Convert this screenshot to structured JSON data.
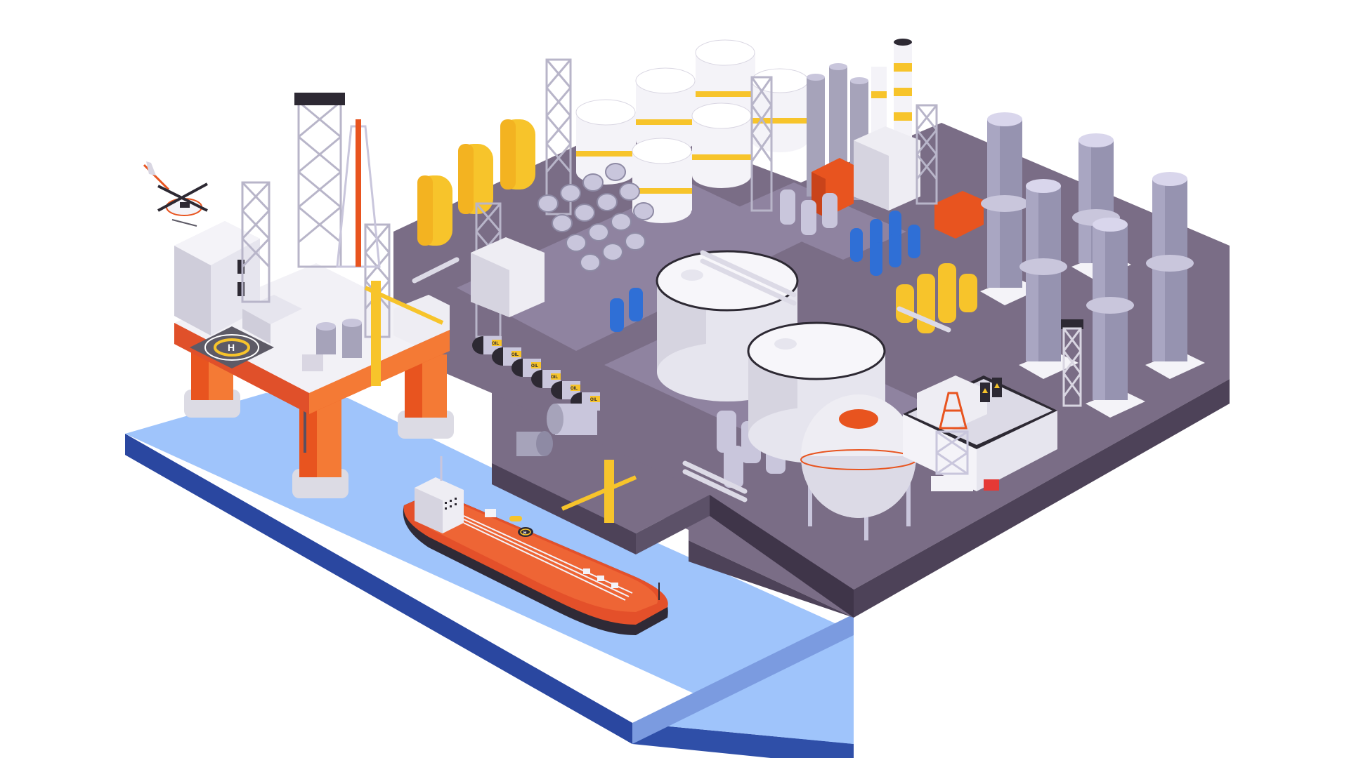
{
  "scene": {
    "title": "Isometric oil refinery and offshore platform illustration",
    "helipad_platform_label": "H",
    "helipad_ship_label": "H",
    "barrel_label": "OIL",
    "barrel_count": 6
  },
  "colors": {
    "background": "#ffffff",
    "ground_top": "#7a6d86",
    "ground_side": "#4d4258",
    "ground_path": "#9a8fa6",
    "water_top": "#9fc4fb",
    "water_side": "#2f4fa8",
    "platform_orange": "#e8541f",
    "platform_orange_light": "#f47a35",
    "tank_white": "#f4f3f8",
    "tank_shadow": "#d9d6e2",
    "tank_yellow": "#f7c42b",
    "column_grey": "#9693b0",
    "column_light": "#c9c6dc",
    "blue_vessel": "#2f6fd6",
    "ship_hull": "#e4502a",
    "ship_bottom": "#2f2a36",
    "dark": "#2d2933"
  }
}
